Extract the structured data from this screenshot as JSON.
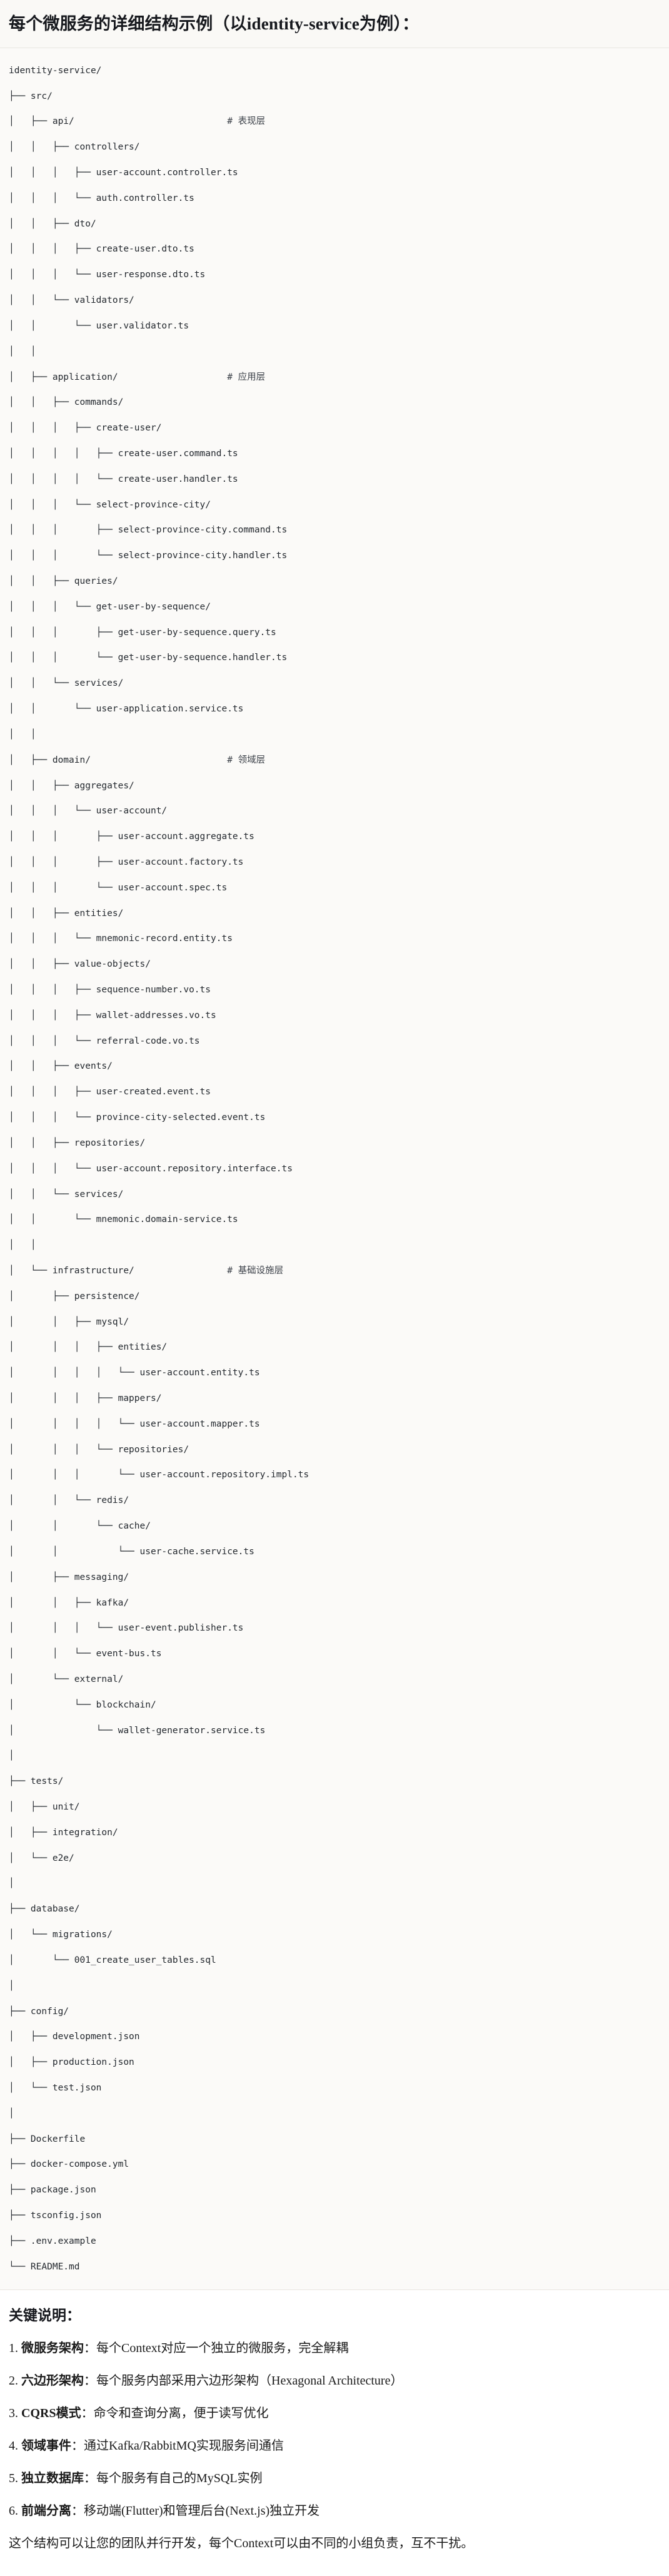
{
  "header": {
    "title": "每个微服务的详细结构示例（以identity-service为例）："
  },
  "tree": {
    "root": "identity-service/",
    "lines": [
      {
        "text": "identity-service/",
        "comment": ""
      },
      {
        "text": "├── src/",
        "comment": ""
      },
      {
        "text": "│   ├── api/",
        "comment": "# 表现层"
      },
      {
        "text": "│   │   ├── controllers/",
        "comment": ""
      },
      {
        "text": "│   │   │   ├── user-account.controller.ts",
        "comment": ""
      },
      {
        "text": "│   │   │   └── auth.controller.ts",
        "comment": ""
      },
      {
        "text": "│   │   ├── dto/",
        "comment": ""
      },
      {
        "text": "│   │   │   ├── create-user.dto.ts",
        "comment": ""
      },
      {
        "text": "│   │   │   └── user-response.dto.ts",
        "comment": ""
      },
      {
        "text": "│   │   └── validators/",
        "comment": ""
      },
      {
        "text": "│   │       └── user.validator.ts",
        "comment": ""
      },
      {
        "text": "│   │",
        "comment": ""
      },
      {
        "text": "│   ├── application/",
        "comment": "# 应用层"
      },
      {
        "text": "│   │   ├── commands/",
        "comment": ""
      },
      {
        "text": "│   │   │   ├── create-user/",
        "comment": ""
      },
      {
        "text": "│   │   │   │   ├── create-user.command.ts",
        "comment": ""
      },
      {
        "text": "│   │   │   │   └── create-user.handler.ts",
        "comment": ""
      },
      {
        "text": "│   │   │   └── select-province-city/",
        "comment": ""
      },
      {
        "text": "│   │   │       ├── select-province-city.command.ts",
        "comment": ""
      },
      {
        "text": "│   │   │       └── select-province-city.handler.ts",
        "comment": ""
      },
      {
        "text": "│   │   ├── queries/",
        "comment": ""
      },
      {
        "text": "│   │   │   └── get-user-by-sequence/",
        "comment": ""
      },
      {
        "text": "│   │   │       ├── get-user-by-sequence.query.ts",
        "comment": ""
      },
      {
        "text": "│   │   │       └── get-user-by-sequence.handler.ts",
        "comment": ""
      },
      {
        "text": "│   │   └── services/",
        "comment": ""
      },
      {
        "text": "│   │       └── user-application.service.ts",
        "comment": ""
      },
      {
        "text": "│   │",
        "comment": ""
      },
      {
        "text": "│   ├── domain/",
        "comment": "# 领域层"
      },
      {
        "text": "│   │   ├── aggregates/",
        "comment": ""
      },
      {
        "text": "│   │   │   └── user-account/",
        "comment": ""
      },
      {
        "text": "│   │   │       ├── user-account.aggregate.ts",
        "comment": ""
      },
      {
        "text": "│   │   │       ├── user-account.factory.ts",
        "comment": ""
      },
      {
        "text": "│   │   │       └── user-account.spec.ts",
        "comment": ""
      },
      {
        "text": "│   │   ├── entities/",
        "comment": ""
      },
      {
        "text": "│   │   │   └── mnemonic-record.entity.ts",
        "comment": ""
      },
      {
        "text": "│   │   ├── value-objects/",
        "comment": ""
      },
      {
        "text": "│   │   │   ├── sequence-number.vo.ts",
        "comment": ""
      },
      {
        "text": "│   │   │   ├── wallet-addresses.vo.ts",
        "comment": ""
      },
      {
        "text": "│   │   │   └── referral-code.vo.ts",
        "comment": ""
      },
      {
        "text": "│   │   ├── events/",
        "comment": ""
      },
      {
        "text": "│   │   │   ├── user-created.event.ts",
        "comment": ""
      },
      {
        "text": "│   │   │   └── province-city-selected.event.ts",
        "comment": ""
      },
      {
        "text": "│   │   ├── repositories/",
        "comment": ""
      },
      {
        "text": "│   │   │   └── user-account.repository.interface.ts",
        "comment": ""
      },
      {
        "text": "│   │   └── services/",
        "comment": ""
      },
      {
        "text": "│   │       └── mnemonic.domain-service.ts",
        "comment": ""
      },
      {
        "text": "│   │",
        "comment": ""
      },
      {
        "text": "│   └── infrastructure/",
        "comment": "# 基础设施层"
      },
      {
        "text": "│       ├── persistence/",
        "comment": ""
      },
      {
        "text": "│       │   ├── mysql/",
        "comment": ""
      },
      {
        "text": "│       │   │   ├── entities/",
        "comment": ""
      },
      {
        "text": "│       │   │   │   └── user-account.entity.ts",
        "comment": ""
      },
      {
        "text": "│       │   │   ├── mappers/",
        "comment": ""
      },
      {
        "text": "│       │   │   │   └── user-account.mapper.ts",
        "comment": ""
      },
      {
        "text": "│       │   │   └── repositories/",
        "comment": ""
      },
      {
        "text": "│       │   │       └── user-account.repository.impl.ts",
        "comment": ""
      },
      {
        "text": "│       │   └── redis/",
        "comment": ""
      },
      {
        "text": "│       │       └── cache/",
        "comment": ""
      },
      {
        "text": "│       │           └── user-cache.service.ts",
        "comment": ""
      },
      {
        "text": "│       ├── messaging/",
        "comment": ""
      },
      {
        "text": "│       │   ├── kafka/",
        "comment": ""
      },
      {
        "text": "│       │   │   └── user-event.publisher.ts",
        "comment": ""
      },
      {
        "text": "│       │   └── event-bus.ts",
        "comment": ""
      },
      {
        "text": "│       └── external/",
        "comment": ""
      },
      {
        "text": "│           └── blockchain/",
        "comment": ""
      },
      {
        "text": "│               └── wallet-generator.service.ts",
        "comment": ""
      },
      {
        "text": "│",
        "comment": ""
      },
      {
        "text": "├── tests/",
        "comment": ""
      },
      {
        "text": "│   ├── unit/",
        "comment": ""
      },
      {
        "text": "│   ├── integration/",
        "comment": ""
      },
      {
        "text": "│   └── e2e/",
        "comment": ""
      },
      {
        "text": "│",
        "comment": ""
      },
      {
        "text": "├── database/",
        "comment": ""
      },
      {
        "text": "│   └── migrations/",
        "comment": ""
      },
      {
        "text": "│       └── 001_create_user_tables.sql",
        "comment": ""
      },
      {
        "text": "│",
        "comment": ""
      },
      {
        "text": "├── config/",
        "comment": ""
      },
      {
        "text": "│   ├── development.json",
        "comment": ""
      },
      {
        "text": "│   ├── production.json",
        "comment": ""
      },
      {
        "text": "│   └── test.json",
        "comment": ""
      },
      {
        "text": "│",
        "comment": ""
      },
      {
        "text": "├── Dockerfile",
        "comment": ""
      },
      {
        "text": "├── docker-compose.yml",
        "comment": ""
      },
      {
        "text": "├── package.json",
        "comment": ""
      },
      {
        "text": "├── tsconfig.json",
        "comment": ""
      },
      {
        "text": "├── .env.example",
        "comment": ""
      },
      {
        "text": "└── README.md",
        "comment": ""
      }
    ]
  },
  "keys": {
    "heading": "关键说明：",
    "items": [
      {
        "num": "1.",
        "term": "微服务架构",
        "sep": "：",
        "desc": "每个Context对应一个独立的微服务，完全解耦"
      },
      {
        "num": "2.",
        "term": "六边形架构",
        "sep": "：",
        "desc": "每个服务内部采用六边形架构（Hexagonal Architecture）"
      },
      {
        "num": "3.",
        "term": "CQRS模式",
        "sep": "：",
        "desc": "命令和查询分离，便于读写优化"
      },
      {
        "num": "4.",
        "term": "领域事件",
        "sep": "：",
        "desc": "通过Kafka/RabbitMQ实现服务间通信"
      },
      {
        "num": "5.",
        "term": "独立数据库",
        "sep": "：",
        "desc": "每个服务有自己的MySQL实例"
      },
      {
        "num": "6.",
        "term": "前端分离",
        "sep": "：",
        "desc": "移动端(Flutter)和管理后台(Next.js)独立开发"
      }
    ],
    "closing": "这个结构可以让您的团队并行开发，每个Context可以由不同的小组负责，互不干扰。"
  },
  "colors": {
    "title_bg": "#faf9f6",
    "code_bg": "#fbfaf8",
    "body_bg": "#ffffff",
    "text": "#1a1a1a",
    "code_text": "#24292f",
    "divider": "#e8e6e1"
  }
}
